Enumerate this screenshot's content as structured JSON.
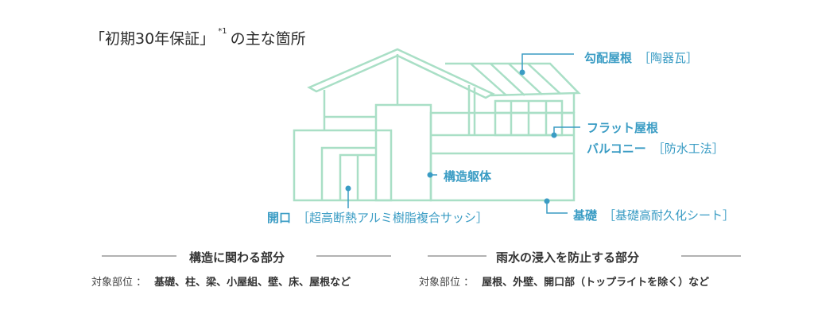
{
  "title": {
    "main": "「初期30年保証」",
    "note": "*1",
    "rest": "の主な箇所"
  },
  "callouts": {
    "roof": {
      "label": "勾配屋根",
      "sub": "［陶器瓦］"
    },
    "flat": {
      "label1": "フラット屋根",
      "label2": "バルコニー",
      "sub": "［防水工法］"
    },
    "structure": {
      "label": "構造躯体"
    },
    "foundation": {
      "label": "基礎",
      "sub": "［基礎高耐久化シート］"
    },
    "opening": {
      "label": "開口",
      "sub": "［超高断熱アルミ樹脂複合サッシ］"
    }
  },
  "sections": [
    {
      "heading": "構造に関わる部分",
      "key": "対象部位 ：",
      "value": "基礎、柱、梁、小屋組、壁、床、屋根など"
    },
    {
      "heading": "雨水の浸入を防止する部分",
      "key": "対象部位 ：",
      "value": "屋根、外壁、開口部（トップライトを除く）など"
    }
  ],
  "colors": {
    "house": "#a9dfc6",
    "accent": "#3a9cc4"
  }
}
